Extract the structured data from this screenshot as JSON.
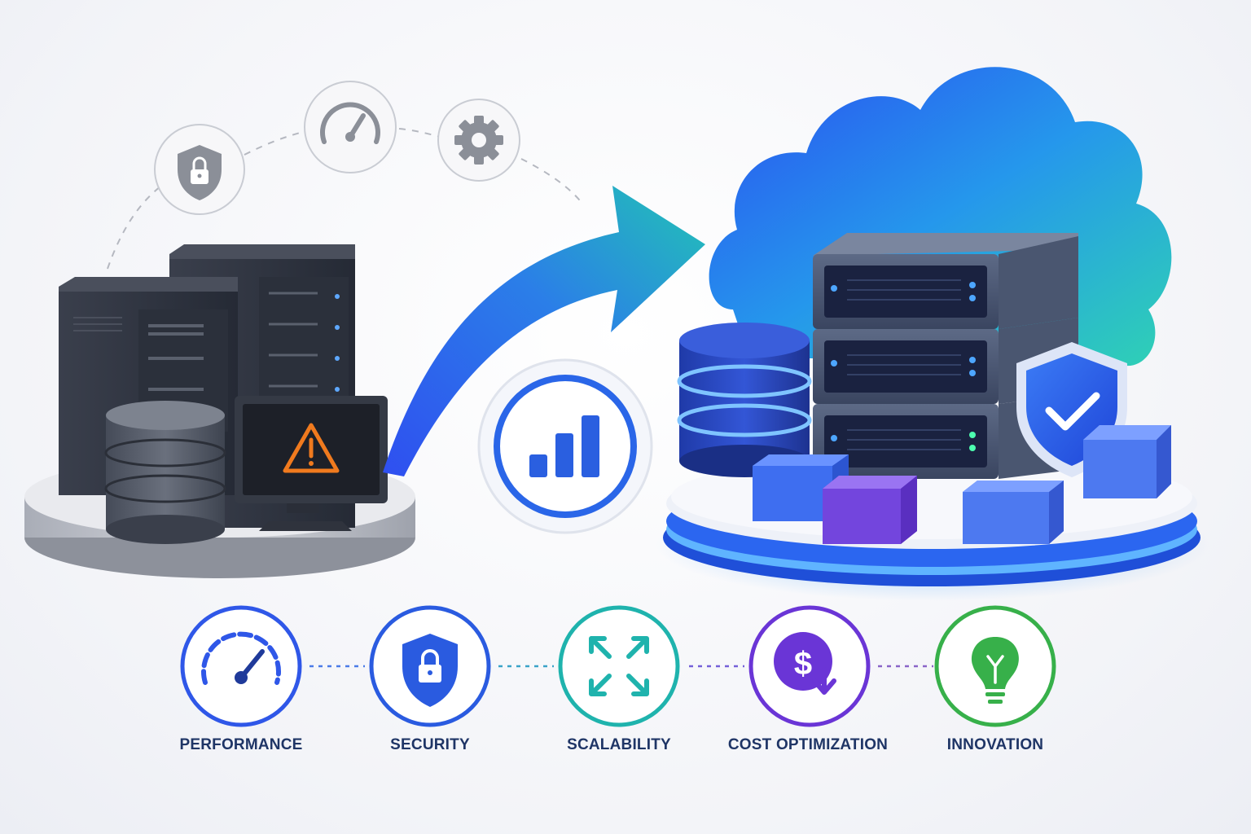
{
  "benefits": [
    {
      "label": "PERFORMANCE",
      "icon": "speedometer-icon",
      "color": "#2f57e8"
    },
    {
      "label": "SECURITY",
      "icon": "shield-lock-icon",
      "color": "#2a5be0"
    },
    {
      "label": "SCALABILITY",
      "icon": "expand-arrows-icon",
      "color": "#1fb3ad"
    },
    {
      "label": "COST OPTIMIZATION",
      "icon": "dollar-down-icon",
      "color": "#6a35d6"
    },
    {
      "label": "INNOVATION",
      "icon": "lightbulb-icon",
      "color": "#37b04a"
    }
  ],
  "top_icons": [
    "shield-lock-icon",
    "speedometer-icon",
    "gear-icon"
  ],
  "on_premise": {
    "alert_icon": "warning-triangle-icon",
    "alert_color": "#f07a1e"
  },
  "migration": {
    "arrow_icon": "migration-arrow-icon",
    "badge_icon": "bar-chart-icon"
  },
  "cloud": {
    "shield_icon": "shield-check-icon",
    "accent": "#2b66f0"
  }
}
